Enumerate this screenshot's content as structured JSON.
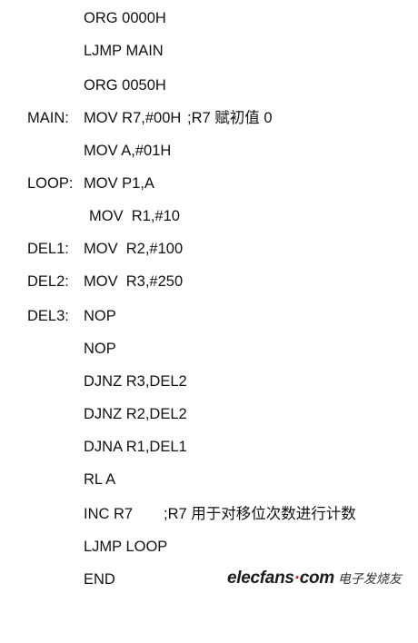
{
  "listing": {
    "lines": [
      {
        "label": "",
        "instr": "ORG 0000H",
        "comment": ""
      },
      {
        "label": "",
        "instr": "LJMP MAIN",
        "comment": ""
      },
      {
        "label": "",
        "instr": "ORG 0050H",
        "comment": ""
      },
      {
        "label": "MAIN:",
        "instr": "MOV R7,#00H",
        "comment": ";R7 赋初值 0"
      },
      {
        "label": "",
        "instr": "MOV A,#01H",
        "comment": ""
      },
      {
        "label": "LOOP:",
        "instr": "MOV P1,A",
        "comment": ""
      },
      {
        "label": "",
        "instr": "MOV  R1,#10",
        "comment": ""
      },
      {
        "label": "DEL1:",
        "instr": "MOV  R2,#100",
        "comment": ""
      },
      {
        "label": "DEL2:",
        "instr": "MOV  R3,#250",
        "comment": ""
      },
      {
        "label": "DEL3:",
        "instr": "NOP",
        "comment": ""
      },
      {
        "label": "",
        "instr": "NOP",
        "comment": ""
      },
      {
        "label": "",
        "instr": "DJNZ R3,DEL2",
        "comment": ""
      },
      {
        "label": "",
        "instr": "DJNZ R2,DEL2",
        "comment": ""
      },
      {
        "label": "",
        "instr": "DJNA R1,DEL1",
        "comment": ""
      },
      {
        "label": "",
        "instr": "RL A",
        "comment": ""
      },
      {
        "label": "",
        "instr": "INC R7",
        "comment": ";R7 用于对移位次数进行计数"
      },
      {
        "label": "",
        "instr": "LJMP LOOP",
        "comment": ""
      },
      {
        "label": "",
        "instr": "END",
        "comment": ""
      }
    ]
  },
  "watermark": {
    "brand_left": "elecfans",
    "brand_dot": "·",
    "brand_right": "com",
    "chinese": "电子发烧友"
  }
}
